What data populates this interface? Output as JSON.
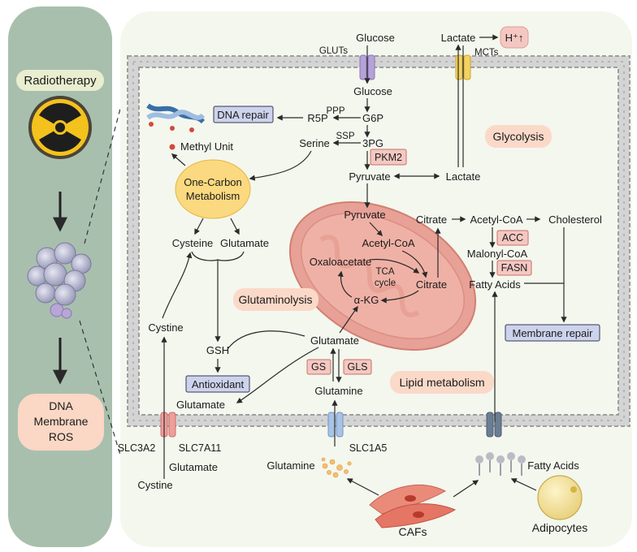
{
  "left_panel": {
    "radiotherapy": "Radiotherapy",
    "outcome_lines": [
      "DNA",
      "Membrane",
      "ROS"
    ]
  },
  "regions": {
    "glycolysis": "Glycolysis",
    "glutaminolysis": "Glutaminolysis",
    "lipid_metabolism": "Lipid metabolism",
    "one_carbon": [
      "One-Carbon",
      "Metabolism"
    ]
  },
  "boxes": {
    "dna_repair": "DNA repair",
    "pkm2": "PKM2",
    "acc": "ACC",
    "fasn": "FASN",
    "membrane_repair": "Membrane repair",
    "antioxidant": "Antioxidant",
    "gs": "GS",
    "gls": "GLS",
    "h_plus": "H⁺↑"
  },
  "transporters": {
    "gluts": "GLUTs",
    "mcts": "MCTs",
    "slc3a2": "SLC3A2",
    "slc7a11": "SLC7A11",
    "slc1a5": "SLC1A5"
  },
  "enzyme_labels": {
    "ppp": "PPP",
    "ssp": "SSP",
    "tca_line1": "TCA",
    "tca_line2": "cycle"
  },
  "metabolites": {
    "glucose_out": "Glucose",
    "glucose_in": "Glucose",
    "lactate_out": "Lactate",
    "lactate_in": "Lactate",
    "g6p": "G6P",
    "r5p": "R5P",
    "serine": "Serine",
    "pg3": "3PG",
    "pyruvate_cyto": "Pyruvate",
    "pyruvate_mito": "Pyruvate",
    "acetyl_coa_mito": "Acetyl-CoA",
    "oxaloacetate": "Oxaloacetate",
    "citrate_mito": "Citrate",
    "akg": "α-KG",
    "citrate_cyto": "Citrate",
    "acetyl_coa_cyto": "Acetyl-CoA",
    "cholesterol": "Cholesterol",
    "malonyl_coa": "Malonyl-CoA",
    "fatty_acids_in": "Fatty Acids",
    "methyl_unit": "Methyl Unit",
    "cysteine": "Cysteine",
    "glutamate_gsh": "Glutamate",
    "cystine_in": "Cystine",
    "gsh": "GSH",
    "glutamate_center": "Glutamate",
    "glutamine_in": "Glutamine",
    "glutamate_export": "Glutamate",
    "glutamate_out": "Glutamate",
    "cystine_out": "Cystine",
    "glutamine_out": "Glutamine",
    "fatty_acids_out": "Fatty Acids",
    "cafs": "CAFs",
    "adipocytes": "Adipocytes"
  },
  "colors": {
    "left_panel": "#a9bfae",
    "cell_bg": "#f4f7ee",
    "membrane": "#b8b8b8",
    "mito": "#e39a8f",
    "pink_box": "#f4c8c2",
    "blue_box": "#cdd3ec",
    "region_label": "#fbd9c9",
    "one_carbon": "#fbd980"
  }
}
